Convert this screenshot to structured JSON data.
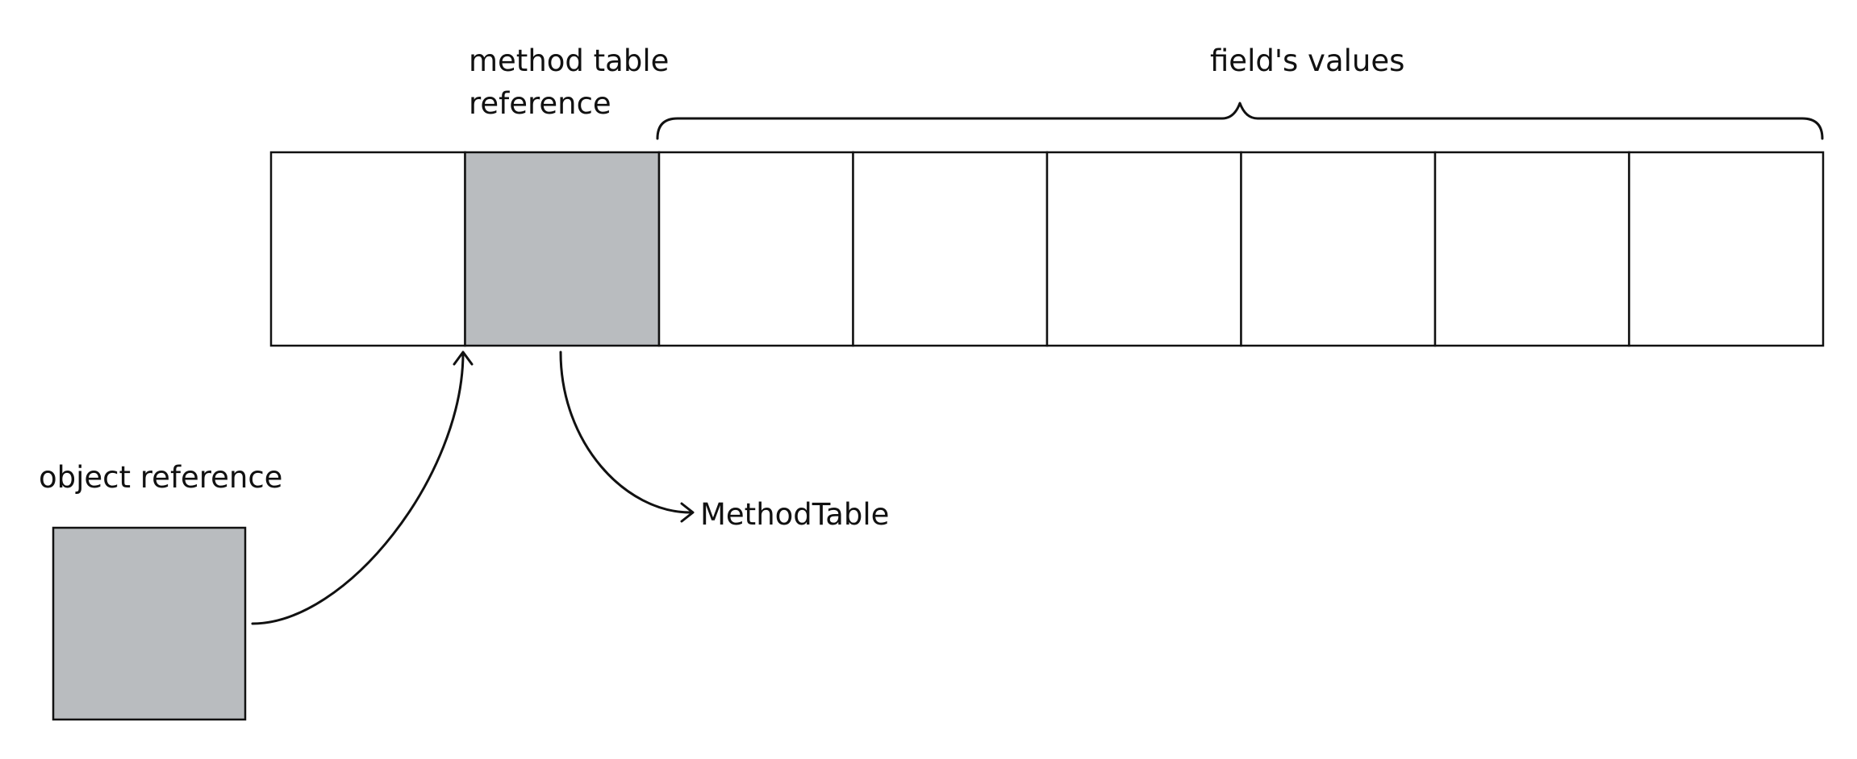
{
  "labels": {
    "method_table_reference_line1": "method table",
    "method_table_reference_line2": "reference",
    "fields_values": "field's values",
    "object_reference": "object reference",
    "method_table": "MethodTable"
  },
  "object": {
    "cell_count": 8,
    "method_table_cell_index": 1
  },
  "colors": {
    "highlight_fill": "#b9bcbf",
    "plain_fill": "#ffffff",
    "stroke": "#111111"
  }
}
